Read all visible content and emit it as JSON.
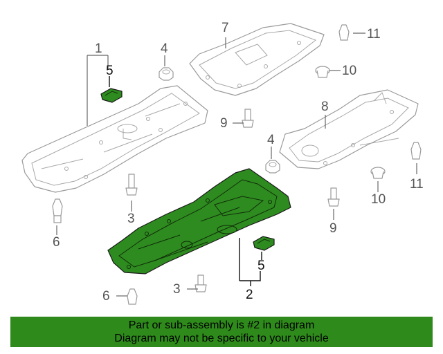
{
  "callouts": {
    "c1": "1",
    "c2": "2",
    "c3a": "3",
    "c3b": "3",
    "c4a": "4",
    "c4b": "4",
    "c5a": "5",
    "c5b": "5",
    "c6a": "6",
    "c6b": "6",
    "c7": "7",
    "c8": "8",
    "c9a": "9",
    "c9b": "9",
    "c10a": "10",
    "c10b": "10",
    "c11a": "11",
    "c11b": "11"
  },
  "banner": {
    "line1": "Part or sub-assembly is #2 in diagram",
    "line2": "Diagram may not be specific to your vehicle"
  },
  "colors": {
    "highlight": "#2e8b1f",
    "banner": "#2f8a1c"
  }
}
